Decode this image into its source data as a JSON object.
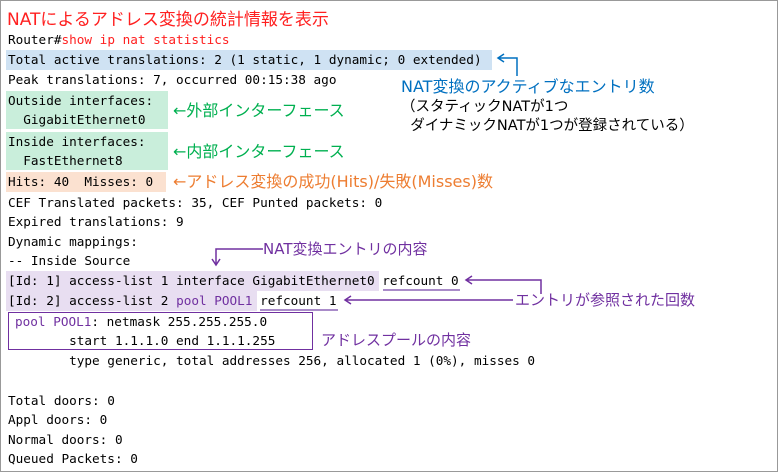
{
  "title": "NATによるアドレス変換の統計情報を表示",
  "prompt": "Router#",
  "command": "show ip nat statistics",
  "lines": {
    "total": "Total active translations: 2 (1 static, 1 dynamic; 0 extended)",
    "peak": "Peak translations: 7, occurred 00:15:38 ago",
    "outside": "Outside interfaces:",
    "outside_if": "  GigabitEthernet0",
    "inside": "Inside interfaces:",
    "inside_if": "  FastEthernet8",
    "hits": "Hits: 40  Misses: 0",
    "cef": "CEF Translated packets: 35, CEF Punted packets: 0",
    "expired": "Expired translations: 9",
    "dynamic": "Dynamic mappings:",
    "inside_source": "-- Inside Source",
    "id1": "[Id: 1] access-list 1 interface GigabitEthernet0",
    "id1_ref": "refcount 0",
    "id2": "[Id: 2] access-list 2 ",
    "id2_pool": "pool POOL1",
    "id2_ref": "refcount 1",
    "pool_name": "pool POOL1",
    "pool_netmask": ": netmask 255.255.255.0",
    "pool_range": "        start 1.1.1.0 end 1.1.1.255",
    "pool_type": "        type generic, total addresses 256, allocated 1 (0%), misses 0",
    "total_doors": "Total doors: 0",
    "appl_doors": "Appl doors: 0",
    "normal_doors": "Normal doors: 0",
    "queued": "Queued Packets: 0"
  },
  "annotations": {
    "active_title": "NAT変換のアクティブなエントリ数",
    "active_note1": "（スタティックNATが1つ",
    "active_note2": "  ダイナミックNATが1つが登録されている）",
    "outside": "←外部インターフェース",
    "inside": "←内部インターフェース",
    "hits": "←アドレス変換の成功(Hits)/失敗(Misses)数",
    "entry": "NAT変換エントリの内容",
    "refcount": "エントリが参照された回数",
    "pool": "アドレスプールの内容"
  },
  "colors": {
    "title": "#ff2020",
    "blue": "#0070c0",
    "green": "#00b050",
    "orange": "#ed7d31",
    "purple": "#7030a0"
  }
}
